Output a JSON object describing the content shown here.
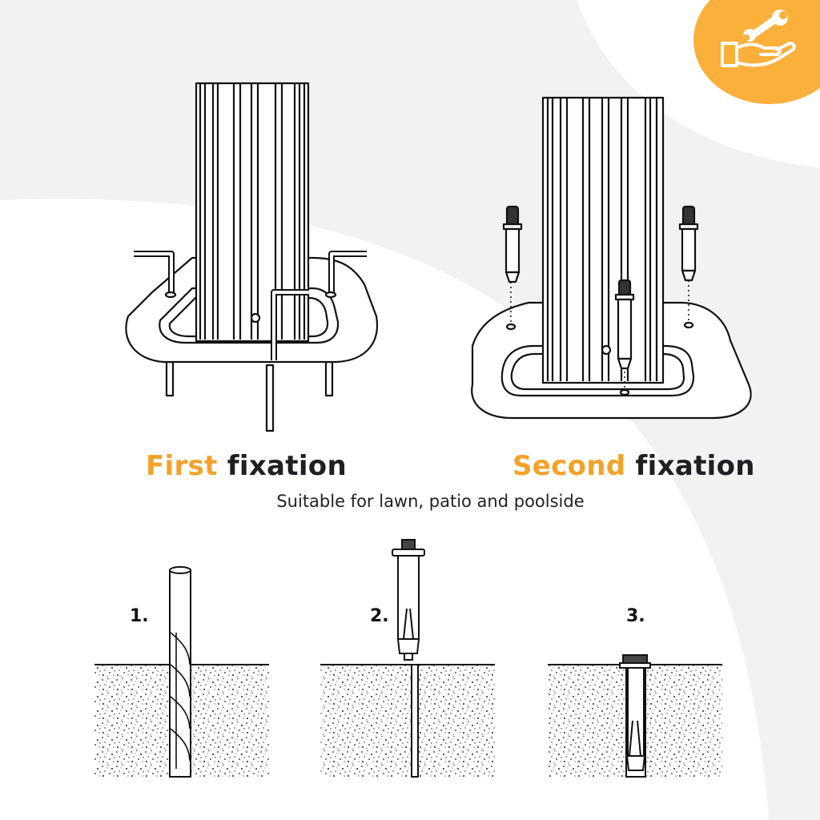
{
  "colors": {
    "accent": "#F5A128",
    "badge": "#FBB03B",
    "background_shape": "#F2F2F2",
    "ink": "#1f2024"
  },
  "badge": {
    "icon": "hand-wrench-icon"
  },
  "first_fixation": {
    "accent": "First",
    "rest": " fixation"
  },
  "second_fixation": {
    "accent": "Second",
    "rest": " fixation"
  },
  "subtitle": "Suitable for lawn, patio and poolside",
  "steps": [
    "1.",
    "2.",
    "3."
  ]
}
